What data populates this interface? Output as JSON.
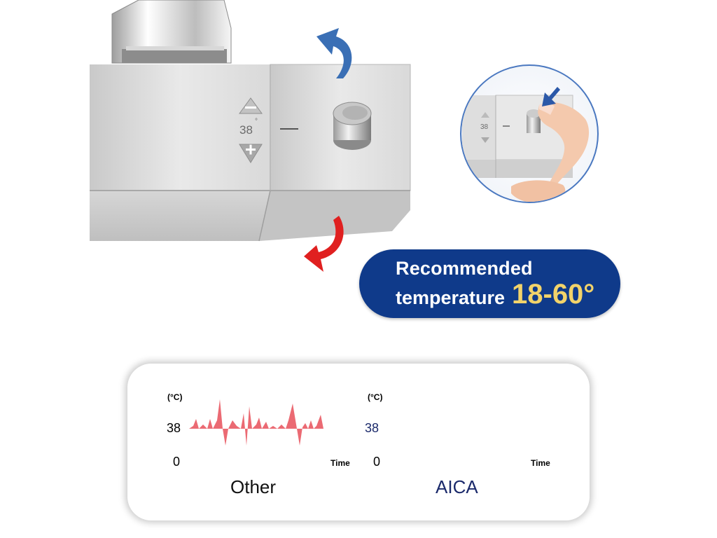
{
  "product": {
    "dial_value": "38",
    "dial_unit_mark": "°",
    "dash": "—",
    "inset_dial_value": "38"
  },
  "callout": {
    "line1": "Recommended",
    "line2": "temperature",
    "range": "18-60°"
  },
  "comparison": {
    "left": {
      "label": "Other",
      "unit": "(°C)",
      "y_ticks": [
        "38",
        "0"
      ],
      "x_label": "Time"
    },
    "right": {
      "label": "AICA",
      "unit": "(°C)",
      "y_ticks": [
        "38",
        "0"
      ],
      "x_label": "Time"
    }
  },
  "colors": {
    "callout_bg": "#0f3a8a",
    "callout_highlight": "#f2d36a",
    "arrow_up": "#3a6fb5",
    "arrow_down": "#e02020",
    "fill_red": "#e8505a",
    "right_label_color": "#1b2a6b"
  },
  "icons": [
    "rotate-up-arrow-icon",
    "rotate-down-arrow-icon",
    "press-arrow-icon",
    "minus-triangle-icon",
    "plus-triangle-icon"
  ]
}
